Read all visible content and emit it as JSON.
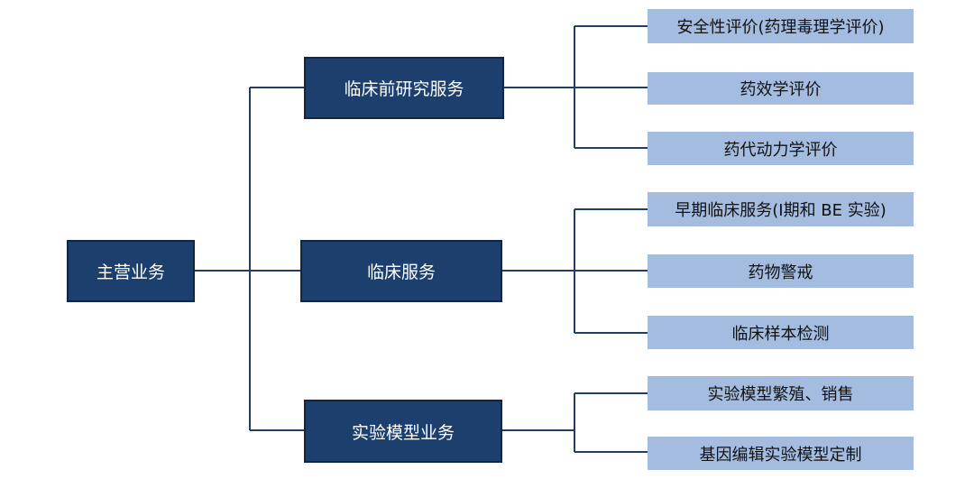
{
  "root": {
    "label": "主营业务"
  },
  "branches": [
    {
      "label": "临床前研究服务",
      "leaves": [
        "安全性评价(药理毒理学评价)",
        "药效学评价",
        "药代动力学评价"
      ]
    },
    {
      "label": "临床服务",
      "leaves": [
        "早期临床服务(Ⅰ期和 BE 实验)",
        "药物警戒",
        "临床样本检测"
      ]
    },
    {
      "label": "实验模型业务",
      "leaves": [
        "实验模型繁殖、销售",
        "基因编辑实验模型定制"
      ]
    }
  ],
  "colors": {
    "dark_box": "#1c3f6e",
    "light_box": "#a3bce0",
    "line": "#1f3f66"
  }
}
